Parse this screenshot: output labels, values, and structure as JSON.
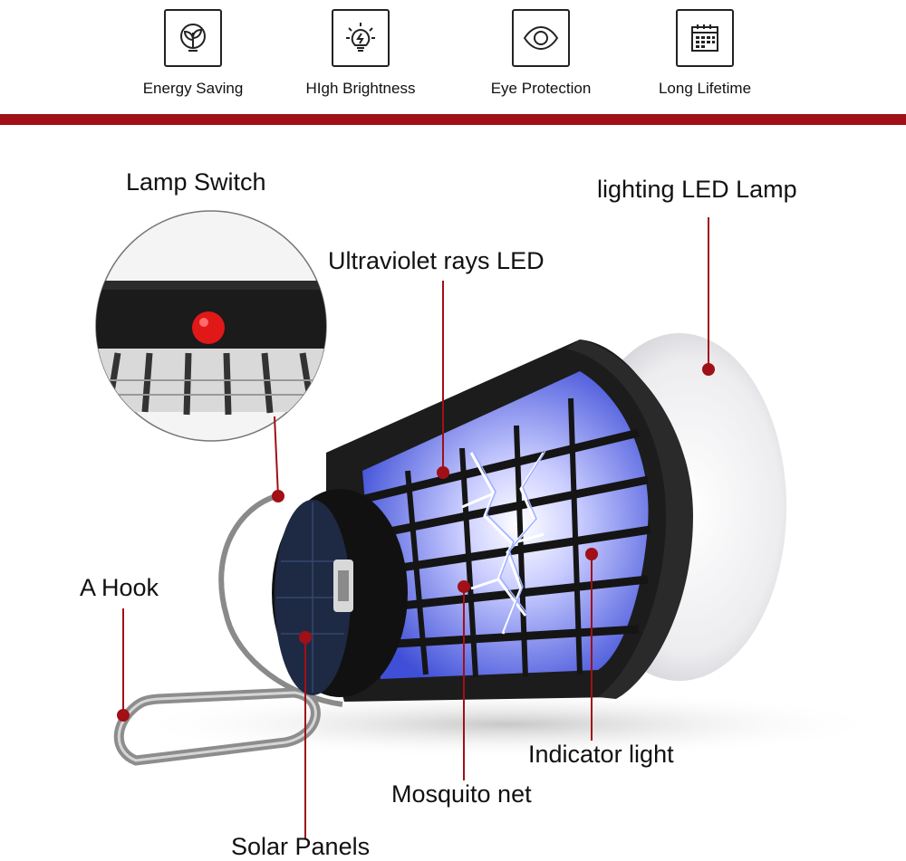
{
  "features": [
    {
      "label": "Energy Saving",
      "icon": "leaf-bulb-icon"
    },
    {
      "label": "HIgh Brightness",
      "icon": "bright-bulb-icon"
    },
    {
      "label": "Eye Protection",
      "icon": "eye-icon"
    },
    {
      "label": "Long Lifetime",
      "icon": "calendar-icon"
    }
  ],
  "callouts": {
    "lamp_switch": "Lamp Switch",
    "lighting_led_lamp": "lighting LED Lamp",
    "ultraviolet_rays_led": "Ultraviolet rays LED",
    "a_hook": "A Hook",
    "indicator_light": "Indicator light",
    "mosquito_net": "Mosquito net",
    "solar_panels": "Solar Panels"
  },
  "colors": {
    "accent": "#a01016",
    "uv_glow": "#5a6cff",
    "switch_red": "#e01818"
  }
}
